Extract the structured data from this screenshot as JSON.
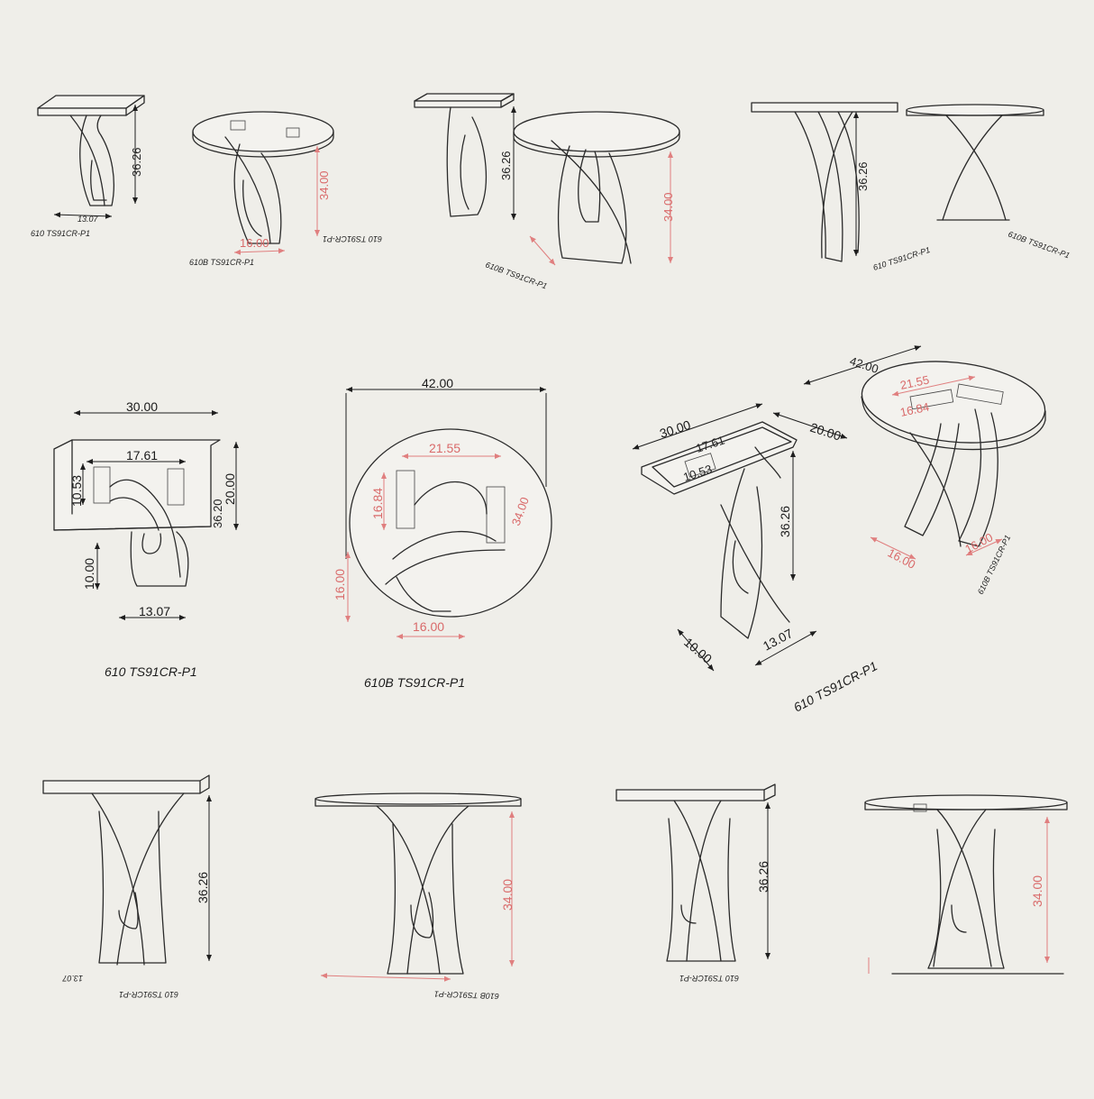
{
  "sheet": {
    "background": "#efeee9",
    "line_color": "#2a2a2a",
    "dimension_color_dark": "#222222",
    "dimension_color_red": "#d96a6a"
  },
  "models": {
    "model_610": "610 TS91CR-P1",
    "model_610b": "610B TS91CR-P1"
  },
  "dimensions": {
    "top_width_610": "30.00",
    "top_depth_610": "20.00",
    "height_610": "36.26",
    "base_width_610": "13.07",
    "base_depth_610": "10.00",
    "inner_width_610": "17.61",
    "inner_depth_610": "10.53",
    "thickness_610": "36.20",
    "top_diameter_610b": "42.00",
    "inner_width_610b": "21.55",
    "inner_depth_610b": "16.84",
    "height_610b": "34.00",
    "base_610b": "16.00"
  }
}
